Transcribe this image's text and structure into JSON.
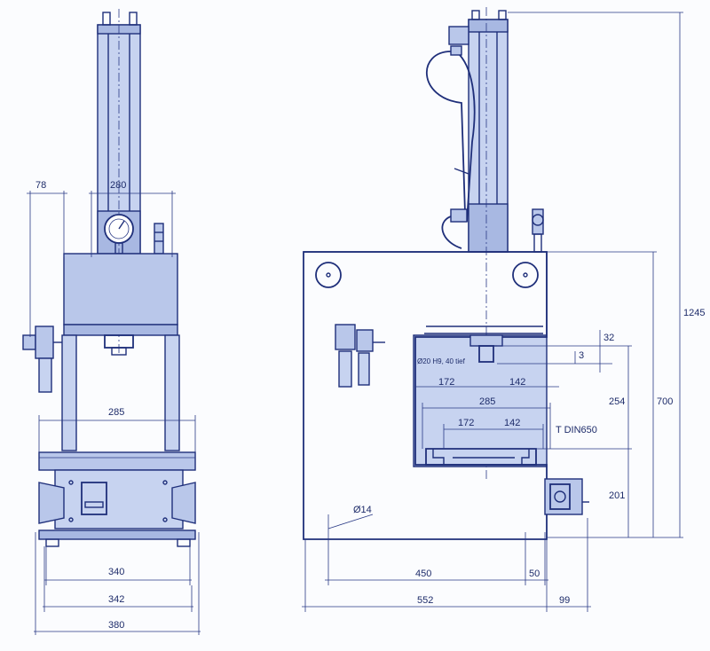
{
  "dimensions": {
    "front": {
      "d78": "78",
      "d280": "280",
      "d285": "285",
      "d340": "340",
      "d342": "342",
      "d380": "380"
    },
    "side": {
      "d1245": "1245",
      "d700": "700",
      "d254": "254",
      "d201": "201",
      "d32": "32",
      "d3": "3",
      "d172a": "172",
      "d142a": "142",
      "d285": "285",
      "d172b": "172",
      "d142b": "142",
      "t_slot": "T  DIN650",
      "bore": "Ø20 H9, 40 tief",
      "hole": "Ø14",
      "d450": "450",
      "d50": "50",
      "d552": "552",
      "d99": "99"
    }
  },
  "colors": {
    "line": "#1f2f7a",
    "fill": "#b9c7ea",
    "paper": "#fbfcfe"
  }
}
